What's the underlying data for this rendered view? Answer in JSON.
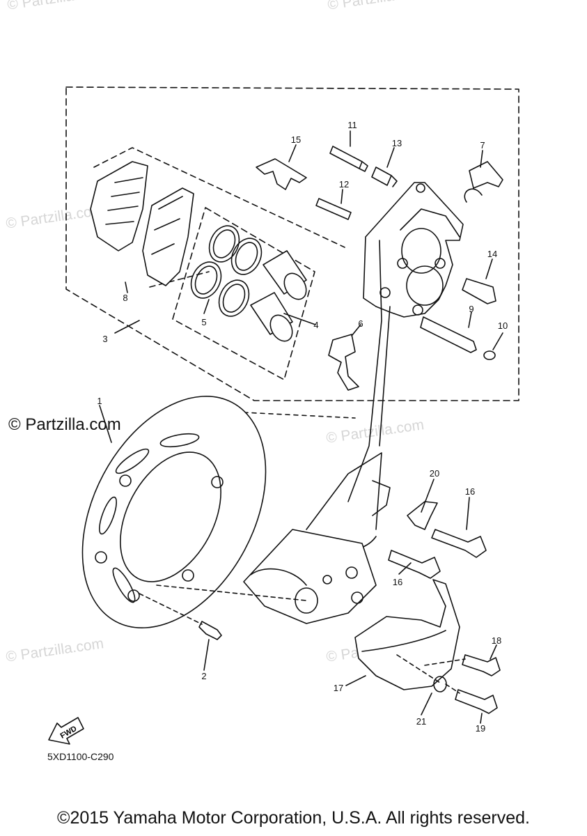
{
  "watermark_main": "© Partzilla.com",
  "watermarks": [
    "© Partzilla.com",
    "© Partzilla.com",
    "© Partzilla.com",
    "© Partzilla.com",
    "© Partzilla.com",
    "© Partzilla.com"
  ],
  "diagram_code": "5XD1100-C290",
  "fwd_label": "FWD",
  "copyright": "©2015 Yamaha Motor Corporation, U.S.A. All rights reserved.",
  "part_labels": [
    "1",
    "2",
    "3",
    "4",
    "5",
    "6",
    "7",
    "8",
    "9",
    "10",
    "11",
    "12",
    "13",
    "14",
    "15",
    "16",
    "16",
    "17",
    "18",
    "19",
    "20",
    "21"
  ]
}
